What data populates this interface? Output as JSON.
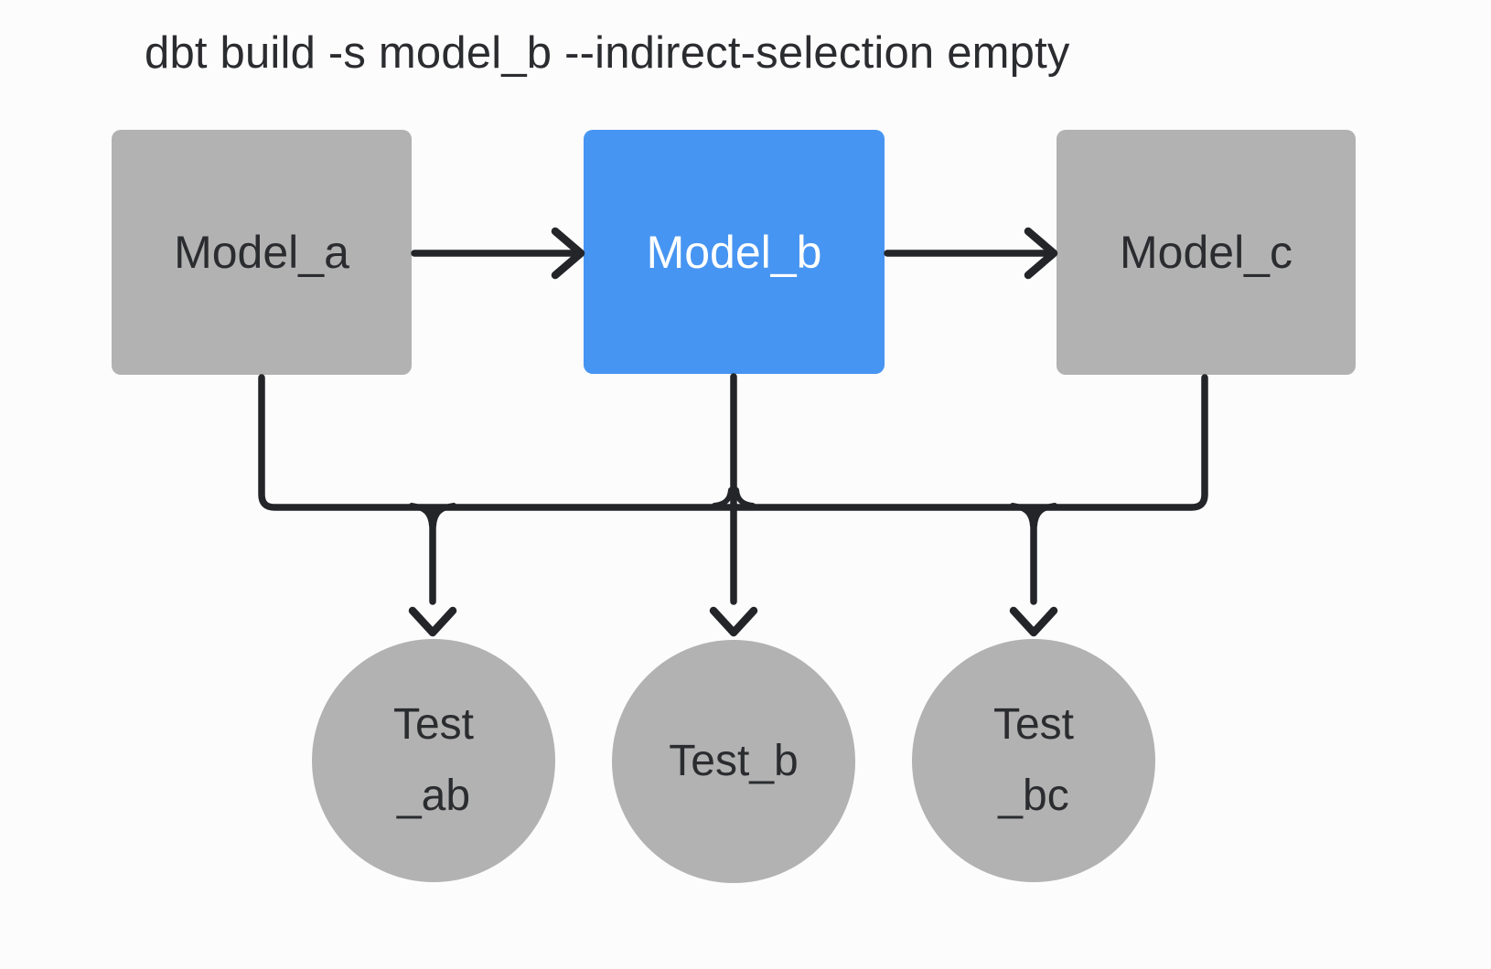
{
  "title": "dbt build -s model_b --indirect-selection empty",
  "colors": {
    "background": "#fcfcfc",
    "node_gray": "#b2b2b2",
    "selected_blue": "#4795f2",
    "edge": "#232529",
    "text_dark": "#2b2c2f",
    "text_light": "#ffffff"
  },
  "diagram": {
    "models": [
      {
        "id": "model_a",
        "label": "Model_a",
        "selected": false
      },
      {
        "id": "model_b",
        "label": "Model_b",
        "selected": true
      },
      {
        "id": "model_c",
        "label": "Model_c",
        "selected": false
      }
    ],
    "tests": [
      {
        "id": "test_ab",
        "lines": [
          "Test",
          "_ab"
        ]
      },
      {
        "id": "test_b",
        "lines": [
          "Test_b"
        ]
      },
      {
        "id": "test_bc",
        "lines": [
          "Test",
          "_bc"
        ]
      }
    ],
    "edges": [
      {
        "from": "model_a",
        "to": "model_b"
      },
      {
        "from": "model_b",
        "to": "model_c"
      },
      {
        "from": "model_a",
        "to": "test_ab"
      },
      {
        "from": "model_b",
        "to": "test_ab"
      },
      {
        "from": "model_b",
        "to": "test_b"
      },
      {
        "from": "model_b",
        "to": "test_bc"
      },
      {
        "from": "model_c",
        "to": "test_bc"
      }
    ]
  }
}
